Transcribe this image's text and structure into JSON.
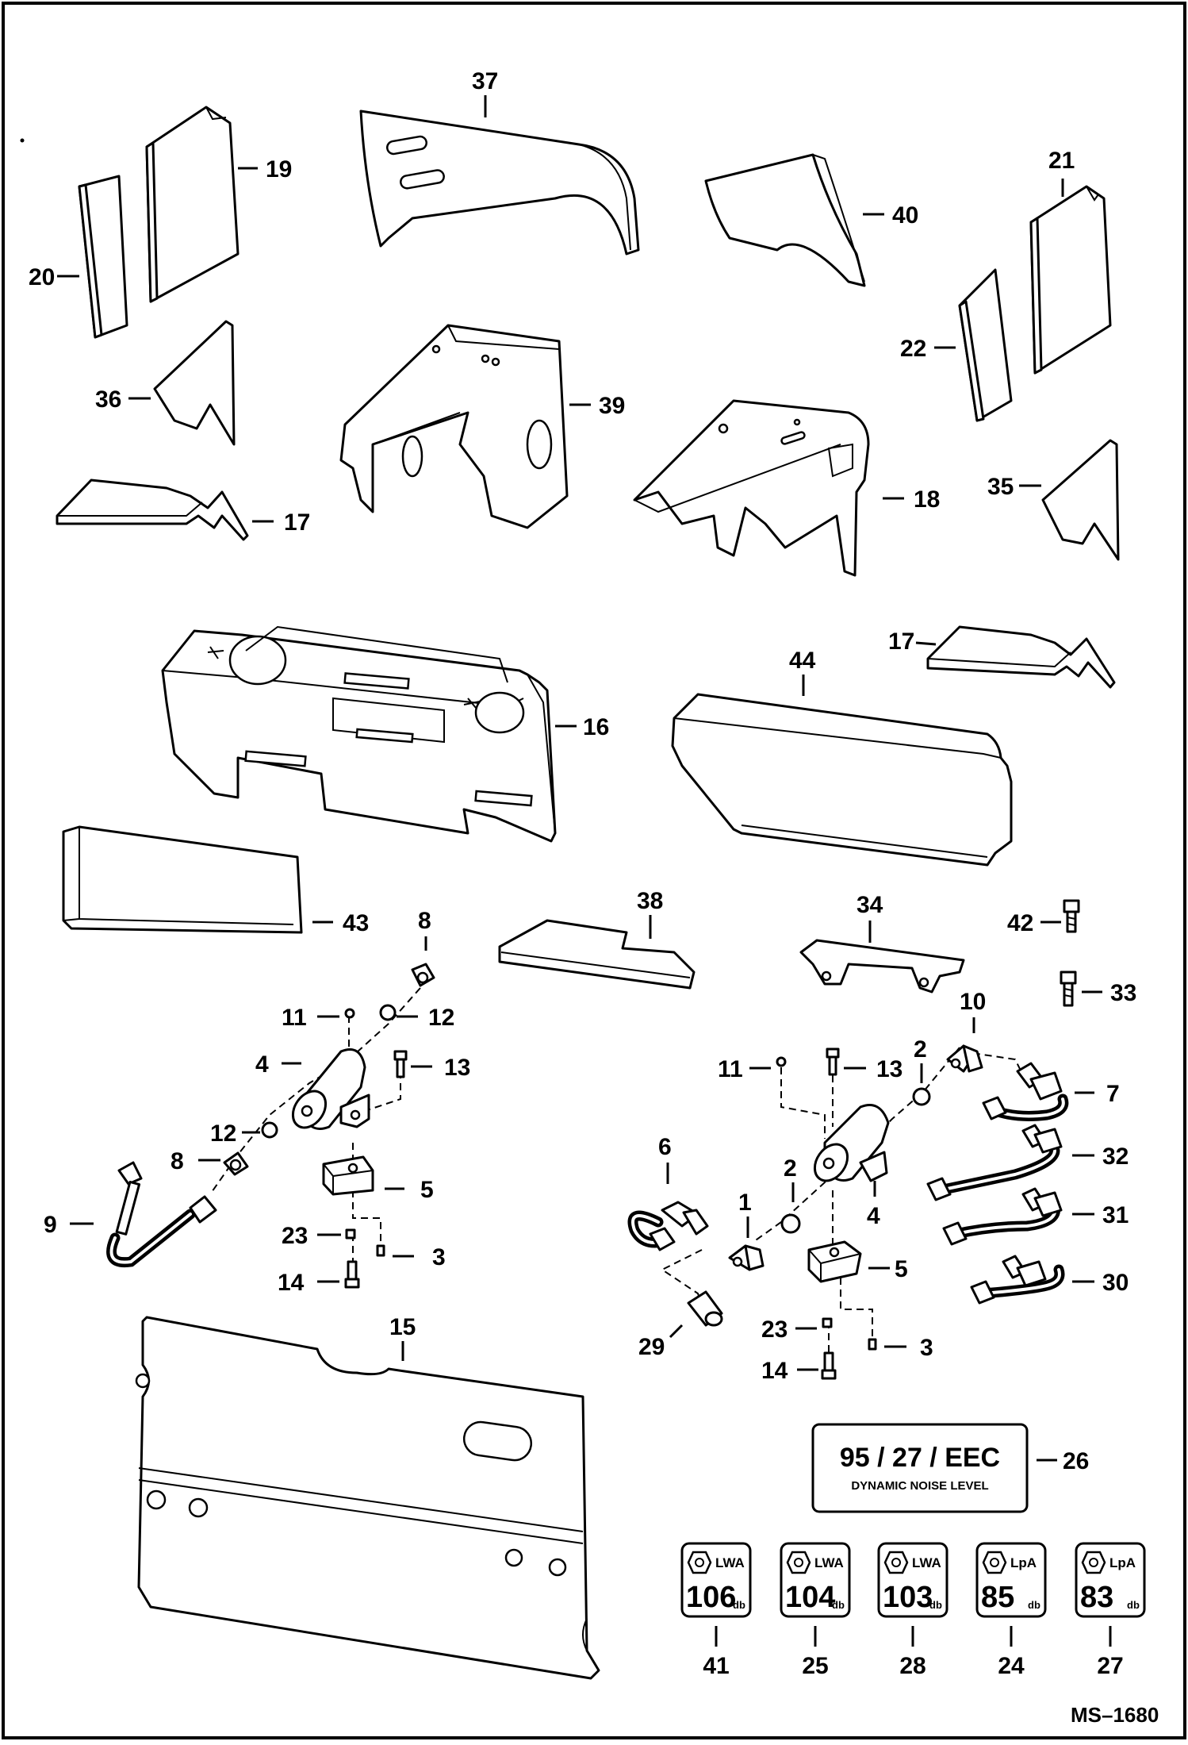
{
  "drawing_number": "MS–1680",
  "callouts": {
    "c37": "37",
    "c19": "19",
    "c20": "20",
    "c21": "21",
    "c40": "40",
    "c22": "22",
    "c36": "36",
    "c39": "39",
    "c17a": "17",
    "c18": "18",
    "c35": "35",
    "c17b": "17",
    "c44": "44",
    "c16": "16",
    "c43": "43",
    "c38": "38",
    "c34": "34",
    "c42": "42",
    "c33": "33",
    "c8a": "8",
    "c11a": "11",
    "c12a": "12",
    "c4a": "4",
    "c13a": "13",
    "c12b": "12",
    "c8b": "8",
    "c9": "9",
    "c5a": "5",
    "c23a": "23",
    "c3a": "3",
    "c14a": "14",
    "c10": "10",
    "c2a": "2",
    "c11b": "11",
    "c13b": "13",
    "c7": "7",
    "c6": "6",
    "c2b": "2",
    "c1": "1",
    "c4b": "4",
    "c32": "32",
    "c31": "31",
    "c5b": "5",
    "c30": "30",
    "c29": "29",
    "c23b": "23",
    "c3b": "3",
    "c14b": "14",
    "c15": "15",
    "c26": "26",
    "c41": "41",
    "c25": "25",
    "c28": "28",
    "c24": "24",
    "c27": "27"
  },
  "decal_26": {
    "line1": "95 / 27 / EEC",
    "line2": "DYNAMIC NOISE LEVEL"
  },
  "noise_decals": [
    {
      "label": "LWA",
      "value": "106",
      "unit": "db",
      "callout": "41"
    },
    {
      "label": "LWA",
      "value": "104",
      "unit": "db",
      "callout": "25"
    },
    {
      "label": "LWA",
      "value": "103",
      "unit": "db",
      "callout": "28"
    },
    {
      "label": "LpA",
      "value": "85",
      "unit": "db",
      "callout": "24"
    },
    {
      "label": "LpA",
      "value": "83",
      "unit": "db",
      "callout": "27"
    }
  ]
}
